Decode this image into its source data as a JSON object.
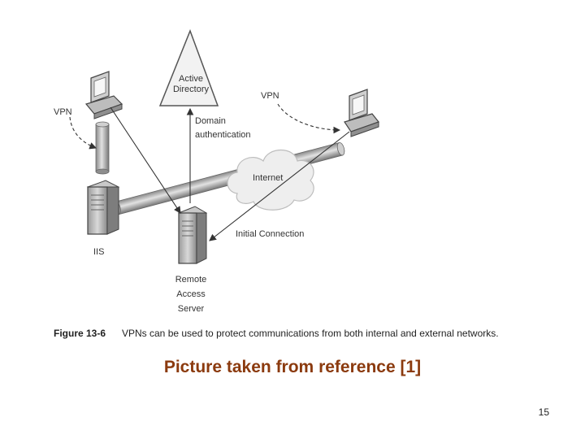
{
  "diagram": {
    "nodes": {
      "active_directory": [
        "Active",
        "Directory"
      ],
      "vpn_left": "VPN",
      "vpn_right": "VPN",
      "domain_auth": [
        "Domain",
        "authentication"
      ],
      "internet": "Internet",
      "iis": "IIS",
      "initial_connection": "Initial Connection",
      "remote_access_server": [
        "Remote",
        "Access",
        "Server"
      ]
    },
    "figure": {
      "label": "Figure 13-6",
      "text": "VPNs can be used to protect communications from both internal and external networks."
    }
  },
  "caption": "Picture taken from reference [1]",
  "page_number": "15"
}
